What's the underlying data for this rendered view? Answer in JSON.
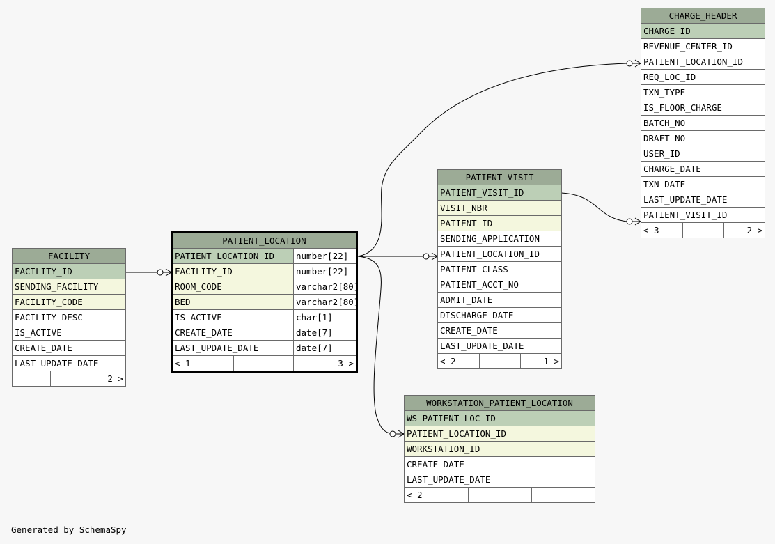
{
  "tables": {
    "charge_header": {
      "name": "CHARGE_HEADER",
      "columns": [
        "CHARGE_ID",
        "REVENUE_CENTER_ID",
        "PATIENT_LOCATION_ID",
        "REQ_LOC_ID",
        "TXN_TYPE",
        "IS_FLOOR_CHARGE",
        "BATCH_NO",
        "DRAFT_NO",
        "USER_ID",
        "CHARGE_DATE",
        "TXN_DATE",
        "LAST_UPDATE_DATE",
        "PATIENT_VISIT_ID"
      ],
      "parents": "< 3",
      "children": "2 >"
    },
    "patient_visit": {
      "name": "PATIENT_VISIT",
      "columns": [
        "PATIENT_VISIT_ID",
        "VISIT_NBR",
        "PATIENT_ID",
        "SENDING_APPLICATION",
        "PATIENT_LOCATION_ID",
        "PATIENT_CLASS",
        "PATIENT_ACCT_NO",
        "ADMIT_DATE",
        "DISCHARGE_DATE",
        "CREATE_DATE",
        "LAST_UPDATE_DATE"
      ],
      "parents": "< 2",
      "children": "1 >"
    },
    "patient_location": {
      "name": "PATIENT_LOCATION",
      "columns": [
        {
          "name": "PATIENT_LOCATION_ID",
          "type": "number[22]"
        },
        {
          "name": "FACILITY_ID",
          "type": "number[22]"
        },
        {
          "name": "ROOM_CODE",
          "type": "varchar2[80]"
        },
        {
          "name": "BED",
          "type": "varchar2[80]"
        },
        {
          "name": "IS_ACTIVE",
          "type": "char[1]"
        },
        {
          "name": "CREATE_DATE",
          "type": "date[7]"
        },
        {
          "name": "LAST_UPDATE_DATE",
          "type": "date[7]"
        }
      ],
      "parents": "< 1",
      "children": "3 >"
    },
    "facility": {
      "name": "FACILITY",
      "columns": [
        "FACILITY_ID",
        "SENDING_FACILITY",
        "FACILITY_CODE",
        "FACILITY_DESC",
        "IS_ACTIVE",
        "CREATE_DATE",
        "LAST_UPDATE_DATE"
      ],
      "parents": "",
      "children": "2 >"
    },
    "workstation_patient_location": {
      "name": "WORKSTATION_PATIENT_LOCATION",
      "columns": [
        "WS_PATIENT_LOC_ID",
        "PATIENT_LOCATION_ID",
        "WORKSTATION_ID",
        "CREATE_DATE",
        "LAST_UPDATE_DATE"
      ],
      "parents": "< 2",
      "children": ""
    }
  },
  "footer": "Generated by SchemaSpy"
}
